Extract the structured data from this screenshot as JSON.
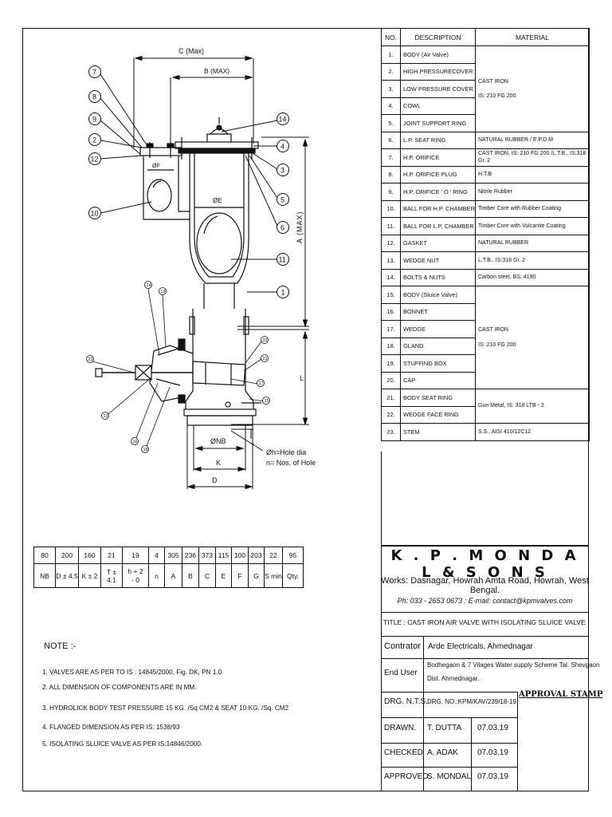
{
  "bom": {
    "headers": [
      "NO.",
      "DESCRIPTION",
      "MATERIAL"
    ],
    "rows": [
      {
        "no": "1.",
        "desc": "BODY (Air Valve)"
      },
      {
        "no": "2.",
        "desc": "HIGH PRESSURECOVER"
      },
      {
        "no": "3.",
        "desc": "LOW PRESSURE COVER"
      },
      {
        "no": "4.",
        "desc": "COWL"
      },
      {
        "no": "5.",
        "desc": "JOINT SUPPORT RING"
      },
      {
        "no": "6.",
        "desc": "L.P. SEAT RING",
        "mat": "NATURAL RUBBER / E.P.D.M"
      },
      {
        "no": "7.",
        "desc": "H.P. ORIFICE",
        "mat": "CAST IRON, IS: 210 FG 200 /L.T.B., IS:318 Gr. 2"
      },
      {
        "no": "8.",
        "desc": "H.P. ORIFICE PLUG",
        "mat": "H.T.B"
      },
      {
        "no": "9.",
        "desc": "H.P. ORIFICE ' O ' RING",
        "mat": "Nitrile Rubber"
      },
      {
        "no": "10.",
        "desc": "BALL FOR H.P. CHAMBER",
        "mat": "Timber Core with Rubber Coating"
      },
      {
        "no": "11.",
        "desc": "BALL FOR L.P. CHAMBER",
        "mat": "Timber Core with Vulcanite Coating"
      },
      {
        "no": "12.",
        "desc": "GASKET",
        "mat": "NATURAL RUBBER"
      },
      {
        "no": "13.",
        "desc": "WEDGE NUT",
        "mat": "L.T.B., IS:318 Gr. 2"
      },
      {
        "no": "14.",
        "desc": "BOLTS & NUTS",
        "mat": "Carbon steel, BS: 4190"
      },
      {
        "no": "15.",
        "desc": "BODY (Sluice Valve)"
      },
      {
        "no": "16.",
        "desc": "BONNET"
      },
      {
        "no": "17.",
        "desc": "WEDGE"
      },
      {
        "no": "18.",
        "desc": "GLAND"
      },
      {
        "no": "19.",
        "desc": "STUFFING BOX"
      },
      {
        "no": "20.",
        "desc": "CAP"
      },
      {
        "no": "21.",
        "desc": "BODY SEAT RING"
      },
      {
        "no": "22.",
        "desc": "WEDGE FACE RING"
      },
      {
        "no": "23.",
        "desc": "STEM",
        "mat": "S.S., AISI 410/12C12"
      }
    ],
    "group_a": {
      "line1": "CAST IRON",
      "line2": "IS: 210 FG 200"
    },
    "group_b": {
      "line1": "CAST IRON",
      "line2": "IS: 210 FG 200"
    },
    "group_c": {
      "line1": "Gun Metal, IS: 318 LTB - 2"
    }
  },
  "dimensions": {
    "values": [
      "80",
      "200",
      "160",
      "21",
      "19",
      "4",
      "305",
      "236",
      "373",
      "115",
      "100",
      "203",
      "22",
      "95"
    ],
    "labels": [
      "NB",
      "D ± 4.5",
      "K ± 2",
      "T ± 4.1",
      "h + 2\n- 0",
      "n",
      "A",
      "B",
      "C",
      "E",
      "F",
      "G",
      "S min",
      "Qty."
    ]
  },
  "notes": {
    "title": "NOTE :-",
    "items": [
      "1. VALVES ARE AS PER TO IS : 14845/2000, Fig. DK, PN 1.0",
      "2. ALL DIMENSION OF COMPONENTS  ARE IN MM.",
      "3. HYDROLICK BODY TEST PRESSURE  15 KG. /Sq CM2 & SEAT 10 KG. /Sq. CM2",
      "4. FLANGED DIMENSION AS PER IS: 1538/93",
      "5. ISOLATING SLUICE VALVE AS PER IS:14846/2000."
    ]
  },
  "company": {
    "name": "K . P . M O N D A L  &  S O N S",
    "works": "Works: Dasnagar, Howrah Amta Road, Howrah, West Bengal.",
    "contact": "Ph: 033 - 2653 0673 : E-mail: contact@kpmvalves.com"
  },
  "title_block": {
    "title": "TITLE : CAST IRON AIR VALVE WITH ISOLATING SLUICE VALVE",
    "contractor_label": "Contrator",
    "contractor_value": "Arde Electricals, Ahmednagar",
    "end_user_label": "End User",
    "end_user_value_1": "Bodhegaon & 7 Vilages Water supply Scheme Tal. Shevgaon",
    "end_user_value_2": "Dist. Ahmednagar.",
    "drg_scale_label": "DRG. N.T.S.",
    "drg_no": "DRG. NO.:KPM/KAV/239/18-19",
    "approval_stamp": "APPROVAL STAMP",
    "drawn_label": "DRAWN.",
    "drawn_by": "T. DUTTA",
    "drawn_date": "07.03.19",
    "checked_label": "CHECKED",
    "checked_by": "A. ADAK",
    "checked_date": "07.03.19",
    "approved_label": "APPROVED.",
    "approved_by": "S. MONDAL",
    "approved_date": "07.03.19"
  },
  "drawing": {
    "dim_c": "C (Max)",
    "dim_b": "B (MAX)",
    "dim_a": "A (MAX)",
    "dim_l": "L",
    "dim_t": "T",
    "dim_nb": "ØNB",
    "dim_k": "K",
    "dim_d": "D",
    "dim_e": "ØE",
    "dim_f": "ØF",
    "hole_note_1": "Øh=Hole dia",
    "hole_note_2": "n= Nos. of Hole",
    "callouts": [
      "7",
      "8",
      "9",
      "2",
      "12",
      "10",
      "14",
      "4",
      "3",
      "5",
      "6",
      "11",
      "1",
      "14",
      "13",
      "23",
      "22",
      "21",
      "17",
      "15",
      "13",
      "16",
      "18"
    ]
  }
}
